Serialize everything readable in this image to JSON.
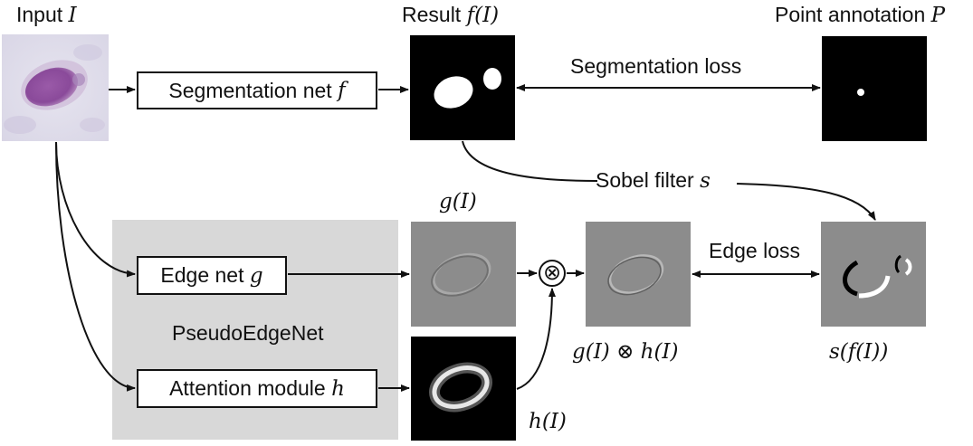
{
  "labels": {
    "input": "Input",
    "input_var": "I",
    "result": "Result",
    "result_var": "f(I)",
    "point_annotation": "Point annotation",
    "point_var": "P",
    "segmentation_loss": "Segmentation loss",
    "sobel_filter": "Sobel filter",
    "sobel_var": "s",
    "g_of_i": "g(I)",
    "h_of_i": "h(I)",
    "product": "g(I) ⊗ h(I)",
    "s_of_f": "s(f(I))",
    "edge_loss": "Edge loss",
    "pseudoedgenet": "PseudoEdgeNet"
  },
  "boxes": {
    "segmentation_net": "Segmentation net",
    "segmentation_var": "f",
    "edge_net": "Edge net",
    "edge_var": "g",
    "attention_module": "Attention module",
    "attention_var": "h"
  },
  "symbols": {
    "multiply": "⊗"
  },
  "colors": {
    "panel": "#d8d8d8",
    "line": "#111111",
    "cell": "#8a4a9a"
  }
}
